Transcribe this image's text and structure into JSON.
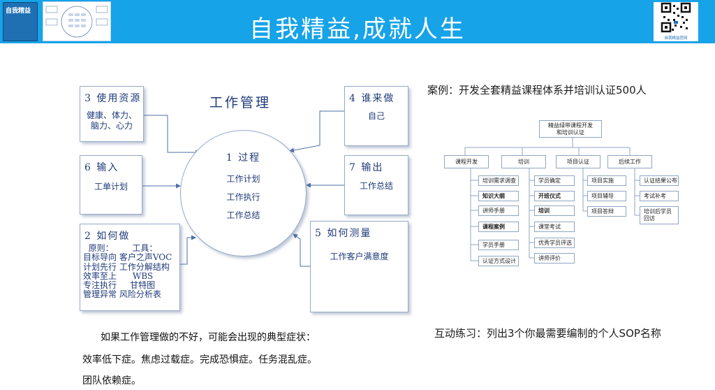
{
  "header": {
    "title": "自我精益,成就人生",
    "book_title": "自我精益",
    "qr_label": "自我精益官网",
    "colors": {
      "bar": "#16a3e8",
      "text": "#ffffff"
    }
  },
  "diagram": {
    "title": "工作管理",
    "center": {
      "heading": "1 过程",
      "items": [
        "工作计划",
        "工作执行",
        "工作总结"
      ]
    },
    "resources": {
      "heading": "3 使用资源",
      "lines": [
        "健康、体力、",
        "脑力、心力"
      ]
    },
    "who": {
      "heading": "4 谁来做",
      "content": "自己"
    },
    "input": {
      "heading": "6 输入",
      "content": "工单计划"
    },
    "output": {
      "heading": "7 输出",
      "content": "工作总结"
    },
    "how": {
      "heading": "2 如何做",
      "lines": [
        "  原则：       工具：",
        "目标导向 客户之声VOC",
        "计划先行 工作分解结构",
        "效率至上      WBS",
        "专注执行     甘特图",
        "管理异常 风险分析表"
      ]
    },
    "measure": {
      "heading": "5 如何测量",
      "content": "工作客户满意度"
    }
  },
  "case": {
    "title": "案例：开发全套精益课程体系并培训认证500人",
    "org": {
      "root": [
        "精益绿带课程开发",
        "和培训认证"
      ],
      "branches": [
        {
          "label": "课程开发",
          "items": [
            {
              "text": "培训需求调查",
              "bold": false
            },
            {
              "text": "知识大纲",
              "bold": true
            },
            {
              "text": "讲师手册",
              "bold": false
            },
            {
              "text": "课程案例",
              "bold": true
            },
            {
              "text": "学员手册",
              "bold": false
            },
            {
              "text": "认证方式设计",
              "bold": false
            }
          ]
        },
        {
          "label": "培训",
          "items": [
            {
              "text": "学员确定",
              "bold": false
            },
            {
              "text": "开班仪式",
              "bold": true
            },
            {
              "text": "培训",
              "bold": true
            },
            {
              "text": "课堂考试",
              "bold": false
            },
            {
              "text": "优秀学员评选",
              "bold": false
            },
            {
              "text": "讲师评价",
              "bold": false
            }
          ]
        },
        {
          "label": "项目认证",
          "items": [
            {
              "text": "项目实施",
              "bold": false
            },
            {
              "text": "项目辅导",
              "bold": false
            },
            {
              "text": "项目答辩",
              "bold": false
            }
          ]
        },
        {
          "label": "后续工作",
          "items": [
            {
              "text": "认证结果公布",
              "bold": false
            },
            {
              "text": "考试补考",
              "bold": false
            },
            {
              "text": "培训后学员",
              "bold": false
            },
            {
              "text": "回访",
              "bold": false
            }
          ]
        }
      ]
    }
  },
  "exercise": "互动练习：列出3个你最需要编制的个人SOP名称",
  "bottom": {
    "line1": "如果工作管理做的不好，可能会出现的典型症状：",
    "line2": "效率低下症。焦虑过载症。完成恐惧症。任务混乱症。",
    "line3": "团队依赖症。"
  }
}
